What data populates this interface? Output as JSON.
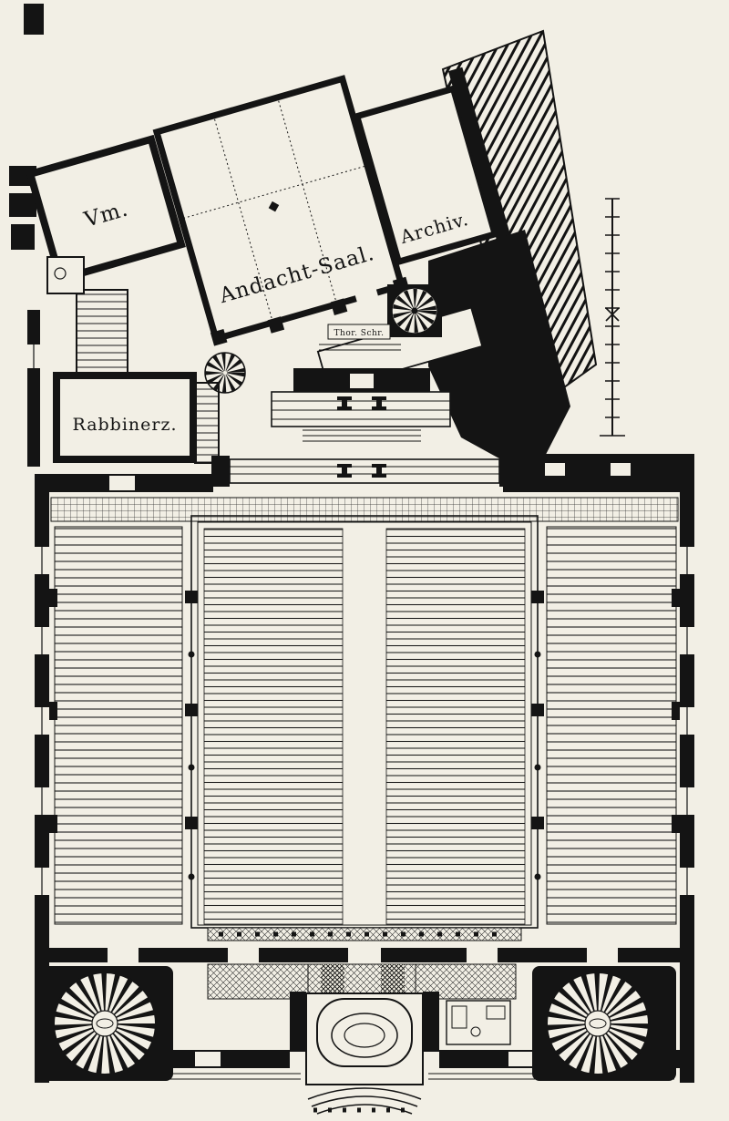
{
  "colors": {
    "paper": "#f2efe5",
    "ink": "#141414"
  },
  "labels": {
    "vestibule": "Vm.",
    "prayer_hall": "Andacht-Saal.",
    "archive": "Archiv.",
    "rabbi_room": "Rabbinerz.",
    "torah_shrine": "Thor. Schr."
  }
}
